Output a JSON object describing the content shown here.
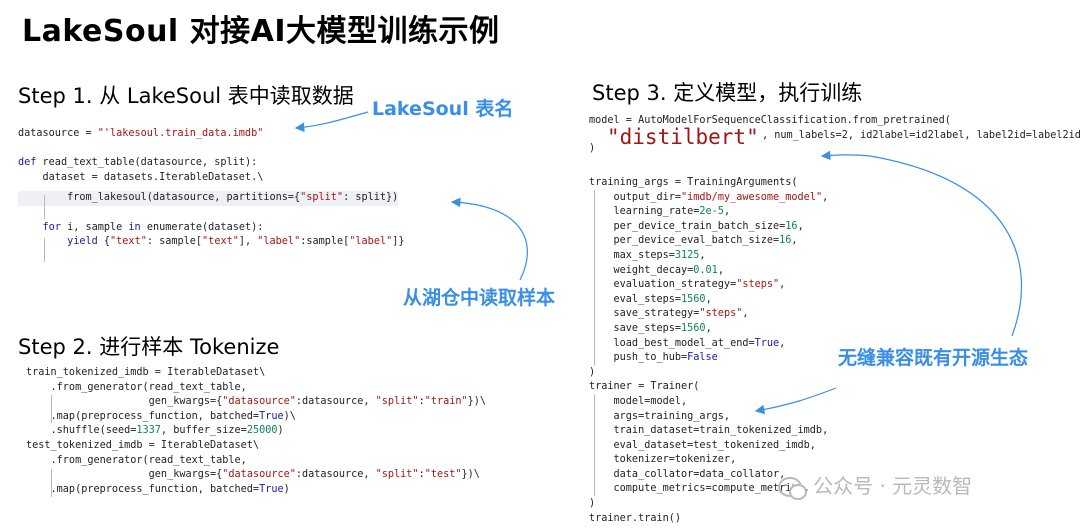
{
  "title": "LakeSoul 对接AI大模型训练示例",
  "step1": {
    "heading": "Step 1. 从 LakeSoul 表中读取数据",
    "callout_table": "LakeSoul 表名",
    "callout_read": "从湖仓中读取样本",
    "code": {
      "l1a": "datasource = ",
      "l1s": "\"'lakesoul.train_data.imdb\"",
      "l3k": "def",
      "l3r": " read_text_table(datasource, split):",
      "l4": "    dataset = datasets.IterableDataset.\\",
      "l5a": "        from_lakesoul(datasource, partitions={",
      "l5s": "\"split\"",
      "l5b": ": split})",
      "l7k1": "for",
      "l7a": " i, sample ",
      "l7k2": "in",
      "l7b": " enumerate(dataset):",
      "l8k": "yield",
      "l8a": " {",
      "l8s1": "\"text\"",
      "l8b": ": sample[",
      "l8s2": "\"text\"",
      "l8c": "], ",
      "l8s3": "\"label\"",
      "l8d": ":sample[",
      "l8s4": "\"label\"",
      "l8e": "]}"
    }
  },
  "step2": {
    "heading": "Step 2. 进行样本 Tokenize",
    "code": {
      "a1": "train_tokenized_imdb = IterableDataset\\",
      "a2": "    .from_generator(read_text_table,",
      "a3a": "                    gen_kwargs={",
      "a3s1": "\"datasource\"",
      "a3b": ":datasource, ",
      "a3s2": "\"split\"",
      "a3c": ":",
      "a3s3": "\"train\"",
      "a3d": "})\\",
      "a4a": "    .map(preprocess_function, batched=",
      "a4k": "True",
      "a4b": ")\\",
      "a5a": "    .shuffle(seed=",
      "a5n1": "1337",
      "a5b": ", buffer_size=",
      "a5n2": "25000",
      "a5c": ")",
      "b1": "test_tokenized_imdb = IterableDataset\\",
      "b2": "    .from_generator(read_text_table,",
      "b3a": "                    gen_kwargs={",
      "b3s1": "\"datasource\"",
      "b3b": ":datasource, ",
      "b3s2": "\"split\"",
      "b3c": ":",
      "b3s3": "\"test\"",
      "b3d": "})\\",
      "b4a": "    .map(preprocess_function, batched=",
      "b4k": "True",
      "b4b": ")"
    }
  },
  "step3": {
    "heading": "Step 3.  定义模型，执行训练",
    "callout": "无缝兼容既有开源生态",
    "model_line": "model = AutoModelForSequenceClassification.from_pretrained(",
    "model_str": "\"distilbert\"",
    "model_rest": ", num_labels=2, id2label=id2label, label2id=label2id",
    "close_paren": ")",
    "code": {
      "t1": "training_args = TrainingArguments(",
      "t2a": "    output_dir=",
      "t2s": "\"imdb/my_awesome_model\"",
      "t2b": ",",
      "t3a": "    learning_rate=",
      "t3n": "2e-5",
      "t3b": ",",
      "t4a": "    per_device_train_batch_size=",
      "t4n": "16",
      "t4b": ",",
      "t5a": "    per_device_eval_batch_size=",
      "t5n": "16",
      "t5b": ",",
      "t6a": "    max_steps=",
      "t6n": "3125",
      "t6b": ",",
      "t7a": "    weight_decay=",
      "t7n": "0.01",
      "t7b": ",",
      "t8a": "    evaluation_strategy=",
      "t8s": "\"steps\"",
      "t8b": ",",
      "t9a": "    eval_steps=",
      "t9n": "1560",
      "t9b": ",",
      "t10a": "    save_strategy=",
      "t10s": "\"steps\"",
      "t10b": ",",
      "t11a": "    save_steps=",
      "t11n": "1560",
      "t11b": ",",
      "t12a": "    load_best_model_at_end=",
      "t12k": "True",
      "t12b": ",",
      "t13a": "    push_to_hub=",
      "t13k": "False",
      "t14": ")",
      "r1": "trainer = Trainer(",
      "r2": "    model=model,",
      "r3": "    args=training_args,",
      "r4": "    train_dataset=train_tokenized_imdb,",
      "r5": "    eval_dataset=test_tokenized_imdb,",
      "r6": "    tokenizer=tokenizer,",
      "r7": "    data_collator=data_collator,",
      "r8": "    compute_metrics=compute_metrics,",
      "r9": ")",
      "r10": "trainer.train()"
    }
  },
  "watermark": {
    "icon": "wechat-icon",
    "text": "公众号 · 元灵数智"
  }
}
